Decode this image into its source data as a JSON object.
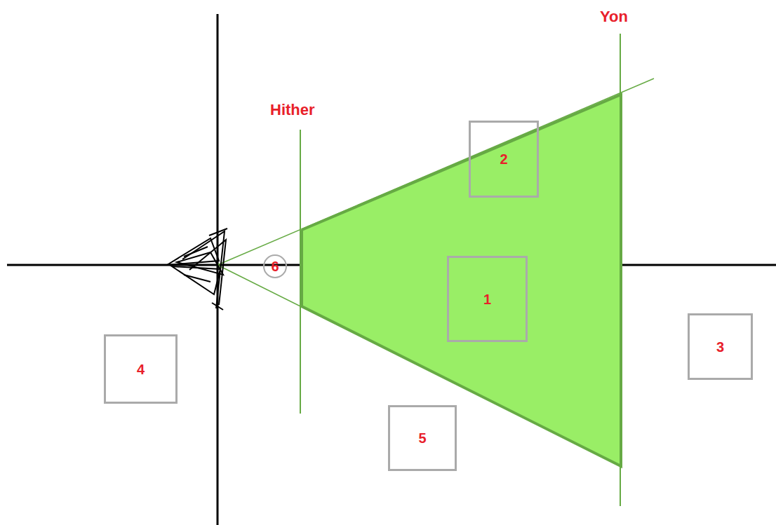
{
  "diagram": {
    "nodes": [
      {
        "text": [
          "1"
        ]
      },
      {
        "text": [
          "2"
        ]
      },
      {
        "text": [
          "3"
        ]
      },
      {
        "text": [
          "4"
        ]
      },
      {
        "text": [
          "5"
        ]
      },
      {
        "text": [
          "6"
        ]
      }
    ],
    "labels": [
      "Yon",
      "Hither"
    ]
  }
}
